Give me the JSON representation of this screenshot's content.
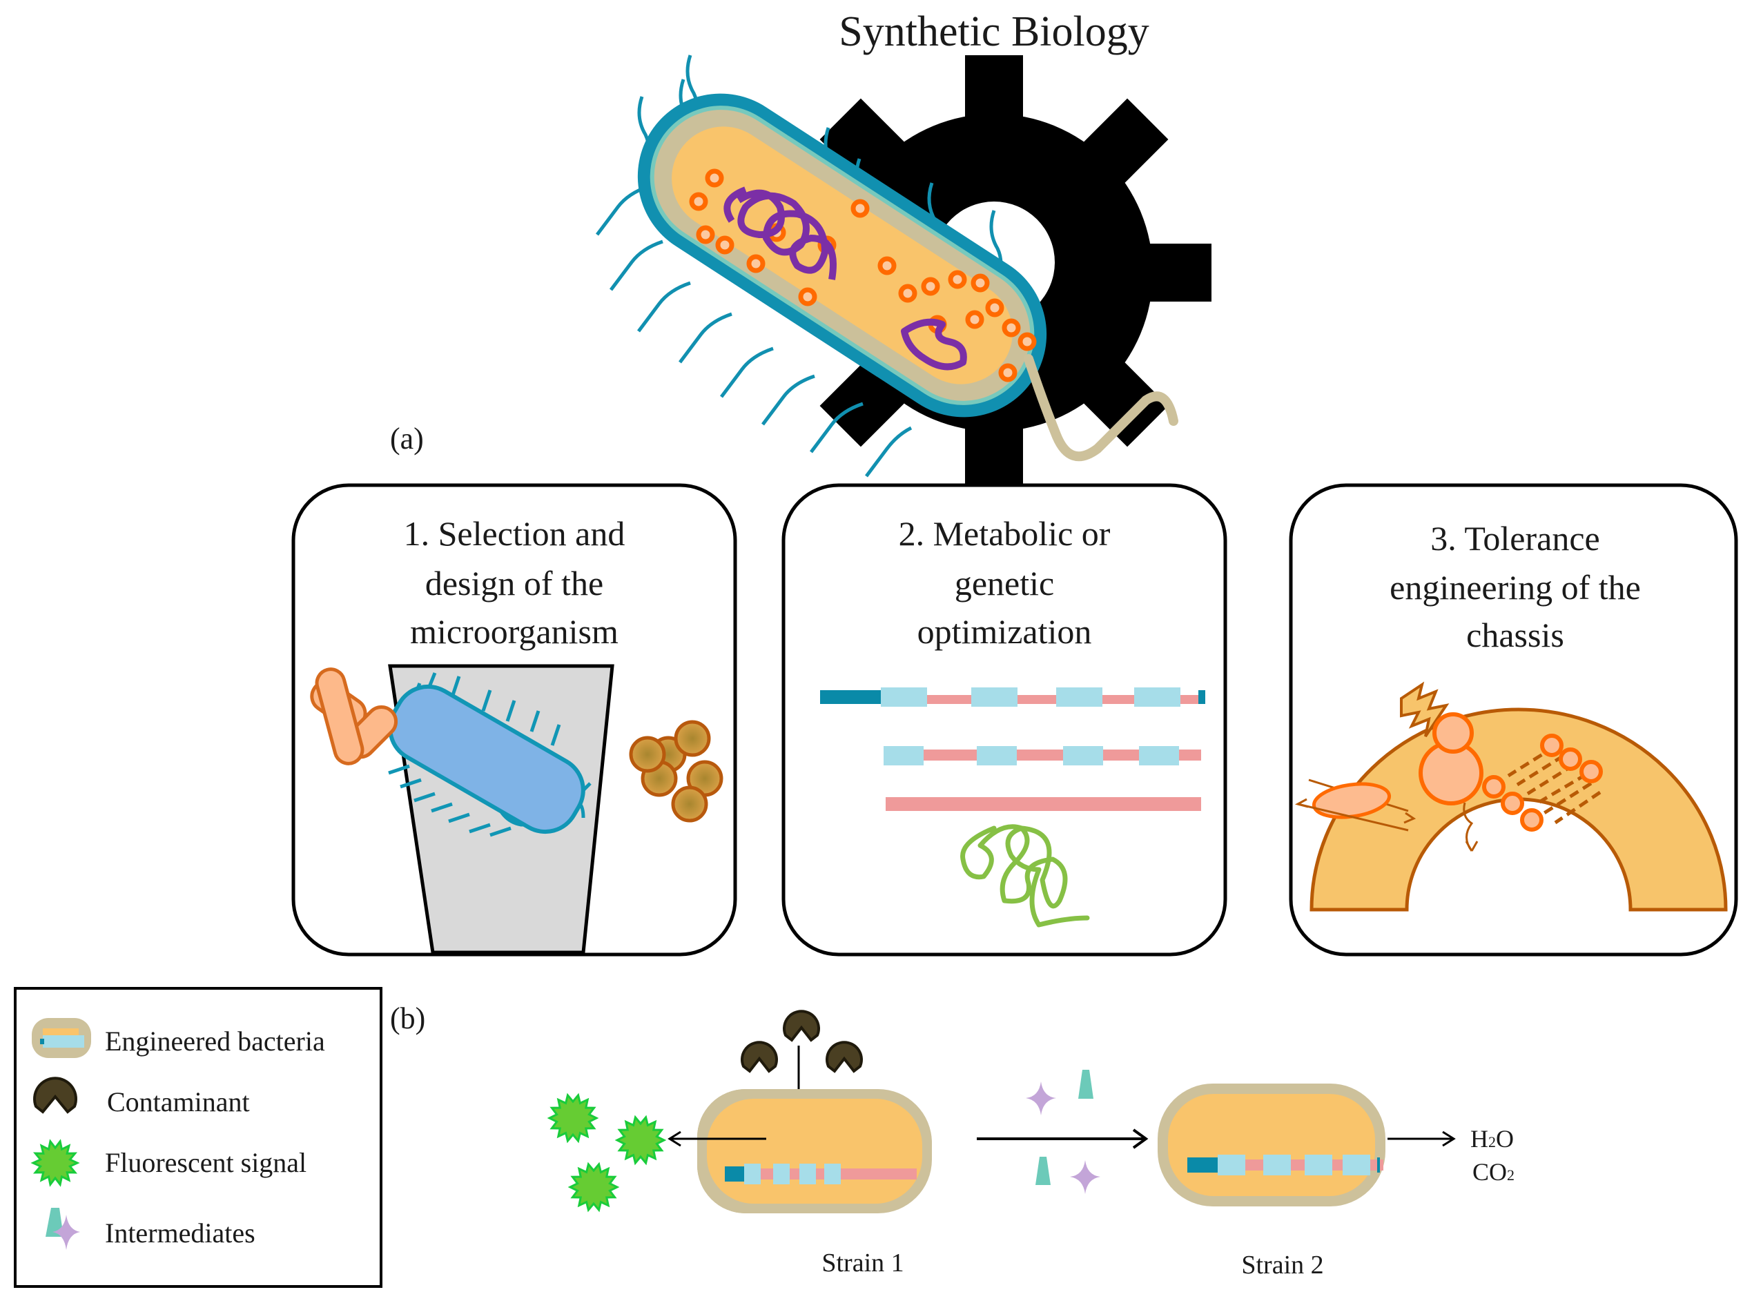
{
  "title": "Synthetic Biology",
  "panel_a": {
    "label": "(a)",
    "steps": [
      {
        "number": "1.",
        "lines": [
          "1. Selection and",
          "design of the",
          "microorganism"
        ]
      },
      {
        "number": "2.",
        "lines": [
          "2. Metabolic or",
          "genetic",
          "optimization"
        ]
      },
      {
        "number": "3.",
        "lines": [
          "3. Tolerance",
          "engineering of the",
          "chassis"
        ]
      }
    ]
  },
  "panel_b": {
    "label": "(b)",
    "strains": [
      "Strain 1",
      "Strain 2"
    ],
    "products": {
      "water": "H",
      "water_sub": "2",
      "water_end": "O",
      "co2": "CO",
      "co2_sub": "2"
    }
  },
  "legend": {
    "items": [
      {
        "icon": "engineered-bacteria-icon",
        "label": "Engineered bacteria"
      },
      {
        "icon": "contaminant-icon",
        "label": "Contaminant"
      },
      {
        "icon": "fluorescent-signal-icon",
        "label": "Fluorescent signal"
      },
      {
        "icon": "intermediates-icon",
        "label": "Intermediates"
      }
    ]
  },
  "colors": {
    "cell_membrane": "#0f8fab",
    "cell_cytoplasm": "#f9c46b",
    "cell_wall": "#cdc19b",
    "plasmid_purple": "#7b2fa6",
    "vesicle_orange": "#ff6a00",
    "gear": "#000000",
    "gene_dark": "#0a8aa8",
    "gene_light": "#a6dde9",
    "gene_pink": "#ef9a9a",
    "fluorescent_green": "#66cc33",
    "contaminant": "#4a3f22",
    "intermediate_teal": "#6ccab9",
    "intermediate_purple": "#c3a5d8",
    "chassis_orange": "#f7c46b",
    "chassis_outline": "#b85a06"
  }
}
